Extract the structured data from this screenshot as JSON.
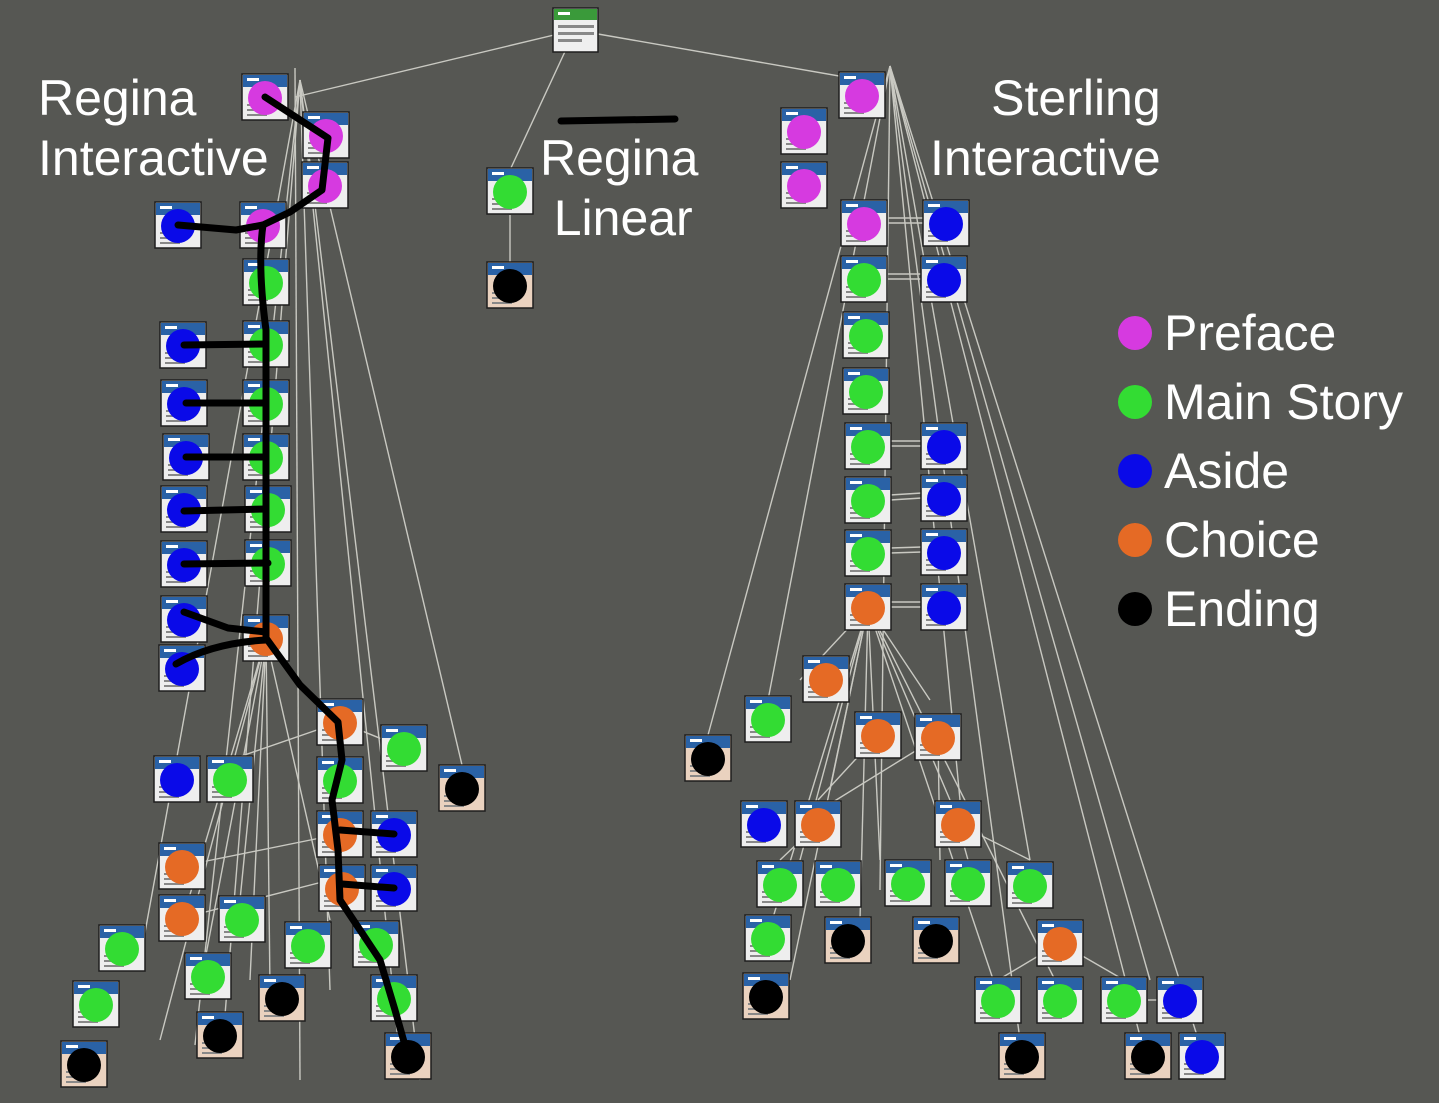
{
  "labels": {
    "regina_interactive": [
      "Regina",
      "Interactive"
    ],
    "regina_linear": [
      "Regina",
      "Linear"
    ],
    "sterling_interactive": [
      "Sterling",
      "Interactive"
    ]
  },
  "legend": [
    {
      "label": "Preface",
      "color": "#d63ae0"
    },
    {
      "label": "Main Story",
      "color": "#33dc33"
    },
    {
      "label": "Aside",
      "color": "#0a0ae8"
    },
    {
      "label": "Choice",
      "color": "#e56a25"
    },
    {
      "label": "Ending",
      "color": "#000000"
    }
  ],
  "colors": {
    "background": "#565753",
    "edge": "#c9c9c2",
    "path": "#000000",
    "root_header": "#3a9a3a",
    "node_header": "#2a62a6"
  }
}
